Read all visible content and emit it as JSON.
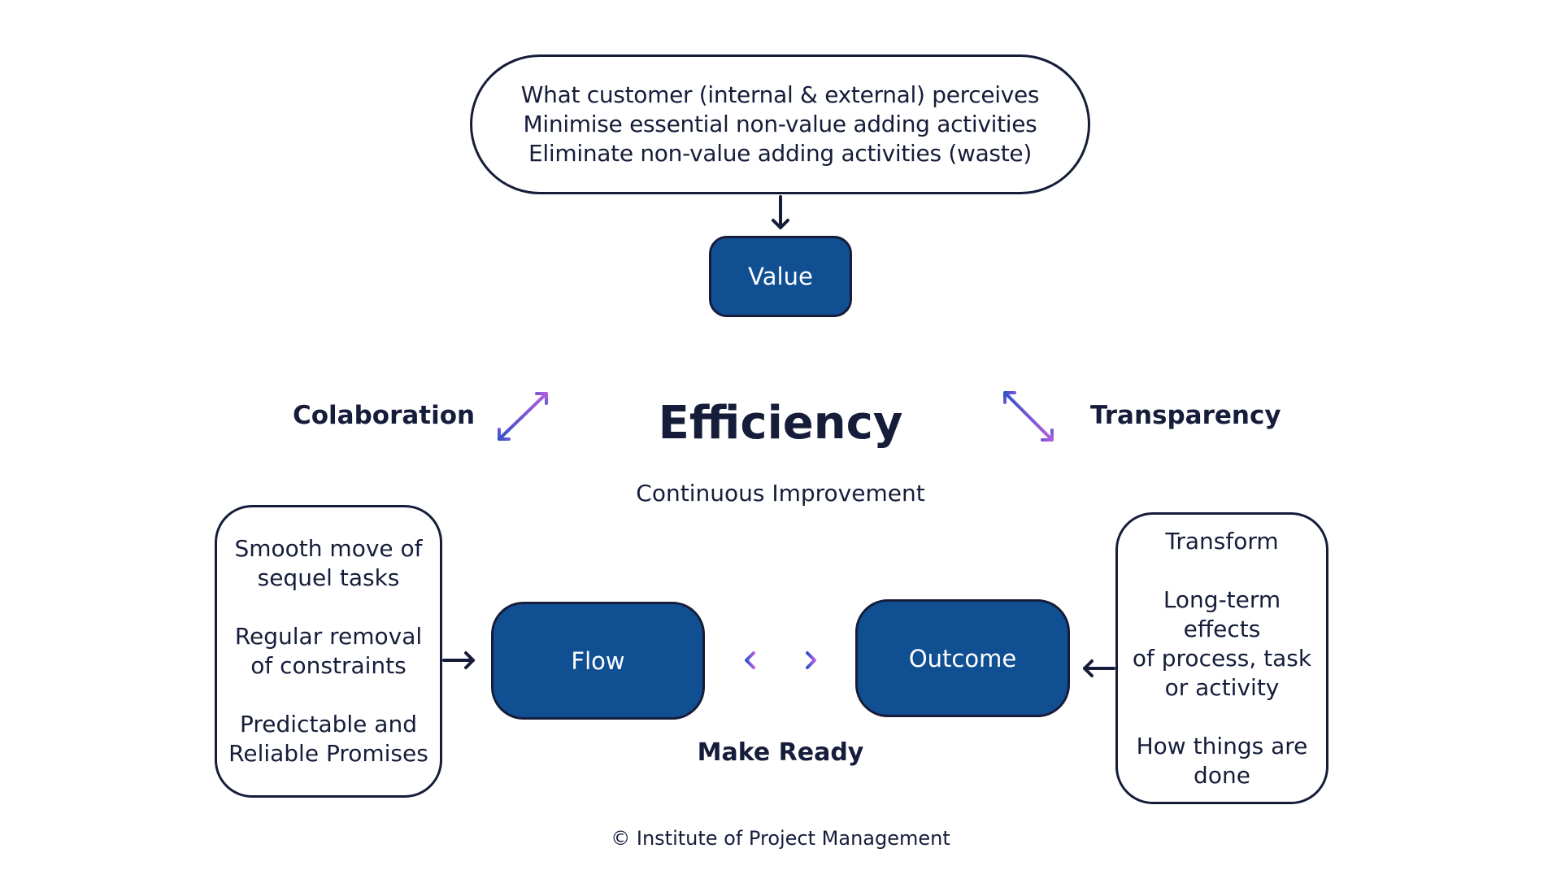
{
  "top_pill": {
    "lines": [
      "What customer (internal & external) perceives",
      "Minimise essential non-value adding activities",
      "Eliminate non-value adding activities (waste)"
    ]
  },
  "nodes": {
    "value": "Value",
    "flow": "Flow",
    "outcome": "Outcome"
  },
  "labels": {
    "colaboration": "Colaboration",
    "transparency": "Transparency",
    "efficiency": "Efficiency",
    "continuous_improvement": "Continuous Improvement",
    "make_ready": "Make Ready"
  },
  "left_box": {
    "items": [
      [
        "Smooth move of",
        "sequel tasks"
      ],
      [
        "Regular removal",
        "of constraints"
      ],
      [
        "Predictable and",
        "Reliable Promises"
      ]
    ]
  },
  "right_box": {
    "items": [
      [
        "Transform"
      ],
      [
        "Long-term",
        "effects",
        "of process, task",
        "or activity"
      ],
      [
        "How things are",
        "done"
      ]
    ]
  },
  "footer": {
    "copyright": "© Institute of Project Management"
  },
  "colors": {
    "navy": "#161d3a",
    "node_fill": "#114f93",
    "gradient_blue": "#2f52c9",
    "gradient_purple": "#b65ee0"
  }
}
